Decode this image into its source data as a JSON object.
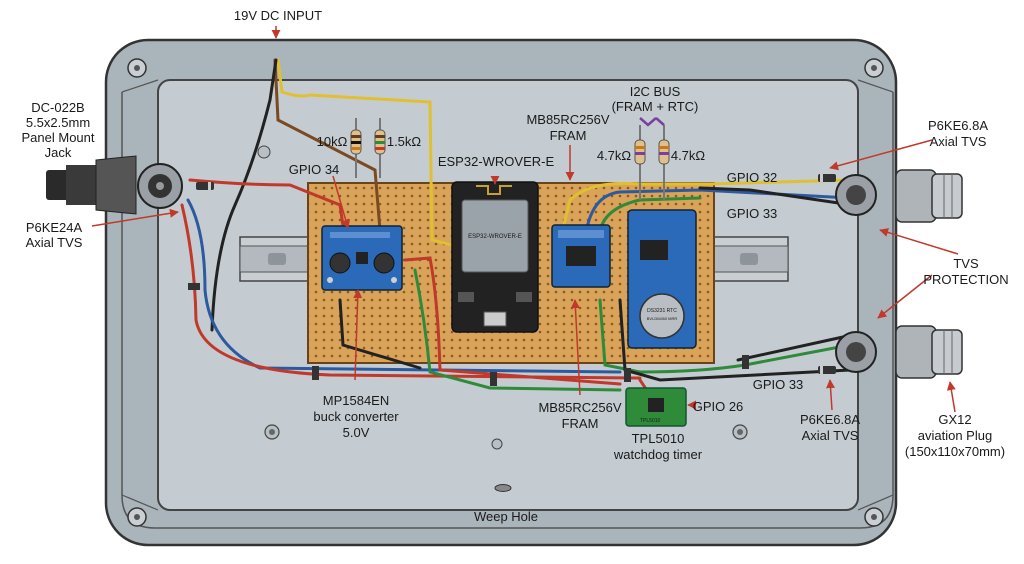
{
  "labels": {
    "dc_input": "19V DC INPUT",
    "jack_line1": "DC-022B",
    "jack_line2": "5.5x2.5mm",
    "jack_line3": "Panel Mount",
    "jack_line4": "Jack",
    "tvs24_line1": "P6KE24A",
    "tvs24_line2": "Axial TVS",
    "r10k": "10kΩ",
    "r1_5k": "1.5kΩ",
    "gpio34": "GPIO 34",
    "esp32": "ESP32-WROVER-E",
    "fram_top_line1": "MB85RC256V",
    "fram_top_line2": "FRAM",
    "i2c_line1": "I2C BUS",
    "i2c_line2": "(FRAM + RTC)",
    "r4_7k_a": "4.7kΩ",
    "r4_7k_b": "4.7kΩ",
    "gpio32": "GPIO 32",
    "gpio33_top": "GPIO 33",
    "tvs68_top_line1": "P6KE6.8A",
    "tvs68_top_line2": "Axial TVS",
    "tvs_prot_line1": "TVS",
    "tvs_prot_line2": "PROTECTION",
    "gpio33_bottom": "GPIO 33",
    "tvs68_bot_line1": "P6KE6.8A",
    "tvs68_bot_line2": "Axial TVS",
    "gx12_line1": "GX12",
    "gx12_line2": "aviation Plug",
    "gx12_line3": "(150x110x70mm)",
    "mp_line1": "MP1584EN",
    "mp_line2": "buck converter",
    "mp_line3": "5.0V",
    "fram_bot_line1": "MB85RC256V",
    "fram_bot_line2": "FRAM",
    "gpio26": "GPIO 26",
    "tpl_line1": "TPL5010",
    "tpl_line2": "watchdog timer",
    "weep": "Weep Hole"
  },
  "silkscreen": {
    "esp_module": "ESP32-WROVER-E",
    "rtc_line1": "DS3231 RTC",
    "rtc_line2": "BVLDMJ60 MRR",
    "tpl": "TPL5010"
  },
  "colors": {
    "enclosure": "#aab4bb",
    "enclosure_inner": "#c4ccd1",
    "perfboard": "#d9a35a",
    "module_blue": "#2a6ab8",
    "module_green": "#2f8a3a",
    "din_rail": "#c9ced2",
    "wire_red": "#c0392b",
    "wire_blue": "#2c5aa0",
    "wire_black": "#222222",
    "wire_yellow": "#e0c030",
    "wire_green": "#2f8a3a",
    "wire_brown": "#7a4a22",
    "arrow": "#c0392b"
  }
}
